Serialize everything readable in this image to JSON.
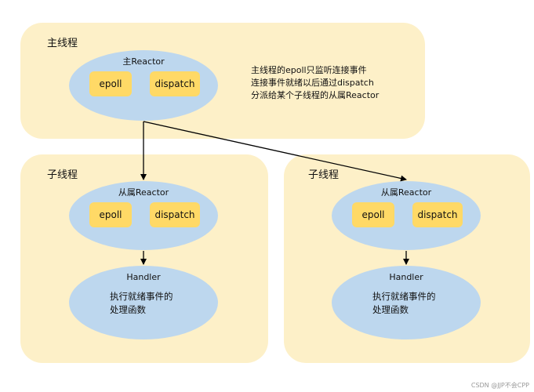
{
  "main_panel": {
    "title": "主线程",
    "reactor_label": "主Reactor",
    "chips": [
      "epoll",
      "dispatch"
    ],
    "note_lines": [
      "主线程的epoll只监听连接事件",
      "连接事件就绪以后通过dispatch",
      "分派给某个子线程的从属Reactor"
    ]
  },
  "sub_panels": [
    {
      "title": "子线程",
      "reactor_label": "从属Reactor",
      "chips": [
        "epoll",
        "dispatch"
      ],
      "handler_label": "Handler",
      "handler_lines": [
        "执行就绪事件的",
        "处理函数"
      ]
    },
    {
      "title": "子线程",
      "reactor_label": "从属Reactor",
      "chips": [
        "epoll",
        "dispatch"
      ],
      "handler_label": "Handler",
      "handler_lines": [
        "执行就绪事件的",
        "处理函数"
      ]
    }
  ],
  "watermark": "CSDN @JJP不会CPP",
  "colors": {
    "panel": "#fdf0c8",
    "ellipse": "#bdd7ee",
    "chip": "#ffd966",
    "arrow": "#000000"
  }
}
